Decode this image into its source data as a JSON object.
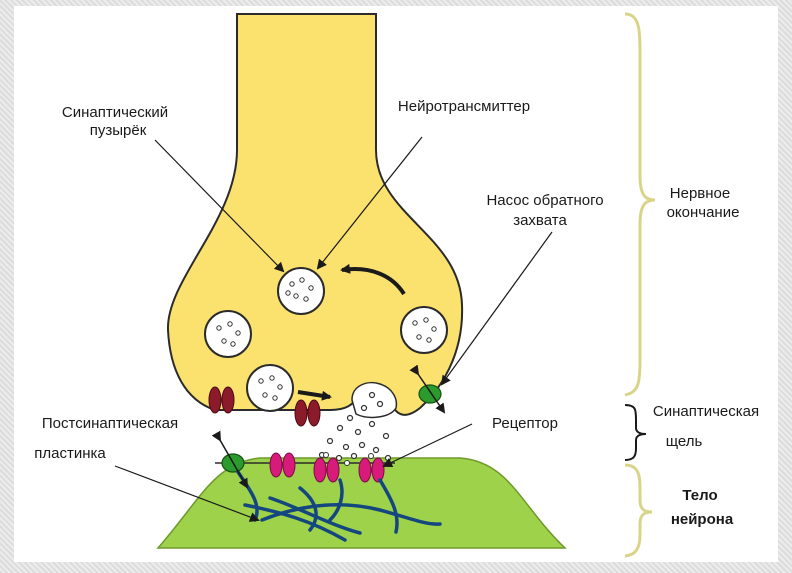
{
  "labels": {
    "synaptic_vesicle_line1": "Синаптический",
    "synaptic_vesicle_line2": "пузырёк",
    "neurotransmitter": "Нейротрансмиттер",
    "reuptake_pump_line1": "Насос обратного",
    "reuptake_pump_line2": "захвата",
    "nerve_ending_line1": "Нервное",
    "nerve_ending_line2": "окончание",
    "synaptic_cleft_line1": "Синаптическая",
    "synaptic_cleft_line2": "щель",
    "neuron_body_line1": "Тело",
    "neuron_body_line2": "нейрона",
    "postsynaptic_plate_line1": "Постсинаптическая",
    "postsynaptic_plate_line2": "пластинка",
    "receptor": "Рецептор"
  },
  "colors": {
    "terminal_fill": "#fbe26e",
    "neuron_body_fill": "#9ed24a",
    "brace": "#d9d48a",
    "channel": "#8b1a2b",
    "receptor": "#d81b7a",
    "pump": "#2c9a2c",
    "fibers": "#14467f"
  }
}
